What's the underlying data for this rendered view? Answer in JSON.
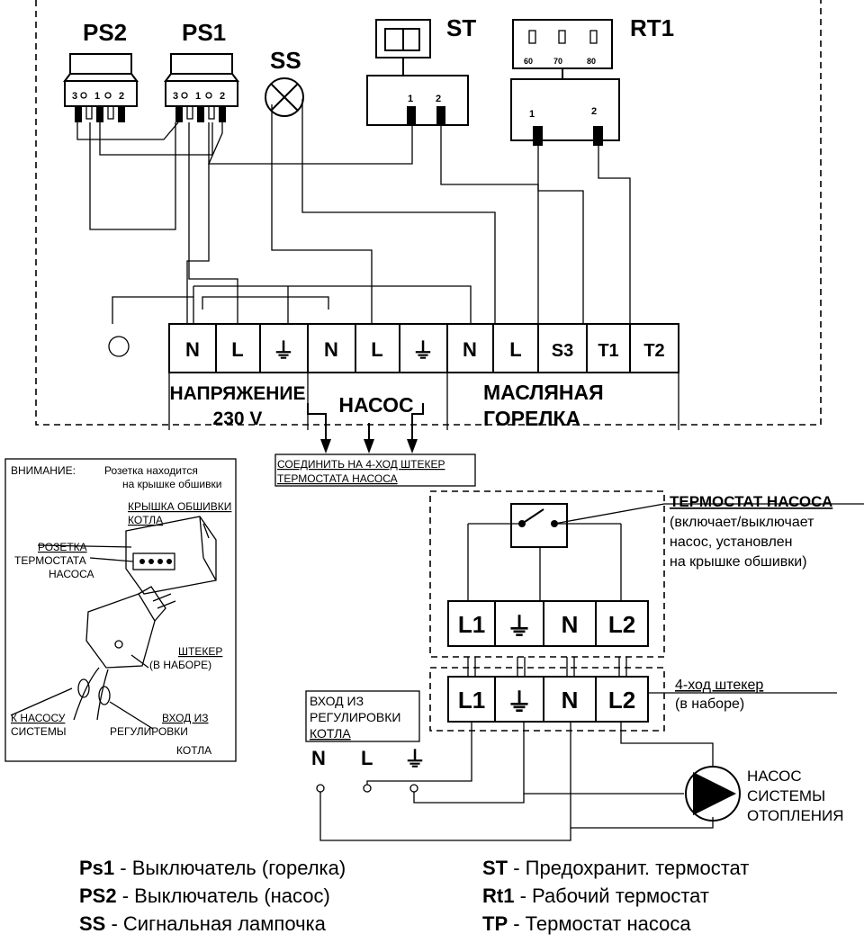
{
  "top": {
    "ps2": "PS2",
    "ps1": "PS1",
    "ss": "SS",
    "st": "ST",
    "rt1": "RT1",
    "switch_pins": [
      "3",
      "1",
      "2"
    ],
    "rt1_scale": [
      "60",
      "70",
      "80"
    ],
    "st_pins": [
      "1",
      "2"
    ],
    "rt1_pins": [
      "1",
      "2"
    ]
  },
  "terminals": [
    "N",
    "L",
    "⏚",
    "N",
    "L",
    "⏚",
    "N",
    "L",
    "S3",
    "T1",
    "T2"
  ],
  "groups": {
    "voltage_line1": "НАПРЯЖЕНИЕ",
    "voltage_line2": "230 V",
    "pump": "НАСОС",
    "burner_line1": "МАСЛЯНАЯ",
    "burner_line2": "ГОРЕЛКА"
  },
  "connect_note": {
    "line1": "СОЕДИНИТЬ НА 4-ХОД ШТЕКЕР",
    "line2": "ТЕРМОСТАТА НАСОСА"
  },
  "warning": {
    "title": "ВНИМАНИЕ:",
    "line1": "Розетка находится",
    "line2": "на крышке обшивки",
    "cover1": "КРЫШКА ОБШИВКИ",
    "cover2": "КОТЛА",
    "socket1": "РОЗЕТКА",
    "socket2": "ТЕРМОСТАТА",
    "socket3": "НАСОСА",
    "plug1": "ШТЕКЕР",
    "plug2": "(В НАБОРЕ)",
    "pump1": "К НАСОСУ",
    "pump2": "СИСТЕМЫ",
    "input1": "ВХОД ИЗ",
    "input2": "РЕГУЛИРОВКИ",
    "input3": "КОТЛА"
  },
  "thermostat": {
    "title": "ТЕРМОСТАТ НАСОСА",
    "line1": "(включает/выключает",
    "line2": "насос, установлен",
    "line3": "на крышке обшивки)",
    "terminals": [
      "L1",
      "⏚",
      "N",
      "L2"
    ]
  },
  "plug4": {
    "line1": "4-ход штекер",
    "line2": "(в наборе)",
    "terminals": [
      "L1",
      "⏚",
      "N",
      "L2"
    ]
  },
  "input_box": {
    "line1": "ВХОД ИЗ",
    "line2": "РЕГУЛИРОВКИ",
    "line3": "КОТЛА",
    "n": "N",
    "l": "L",
    "g": "⏚"
  },
  "pump_system": {
    "line1": "НАСОС",
    "line2": "СИСТЕМЫ",
    "line3": "ОТОПЛЕНИЯ"
  },
  "legend": {
    "left": [
      {
        "code": "Ps1",
        "text": " - Выключатель (горелка)"
      },
      {
        "code": "PS2",
        "text": " - Выключатель (насос)"
      },
      {
        "code": "SS",
        "text": "  - Сигнальная лампочка"
      }
    ],
    "right": [
      {
        "code": "ST",
        "text": "  - Предохранит. термостат"
      },
      {
        "code": "Rt1",
        "text": " - Рабочий термостат"
      },
      {
        "code": "TP",
        "text": "  - Термостат насоса"
      }
    ]
  }
}
